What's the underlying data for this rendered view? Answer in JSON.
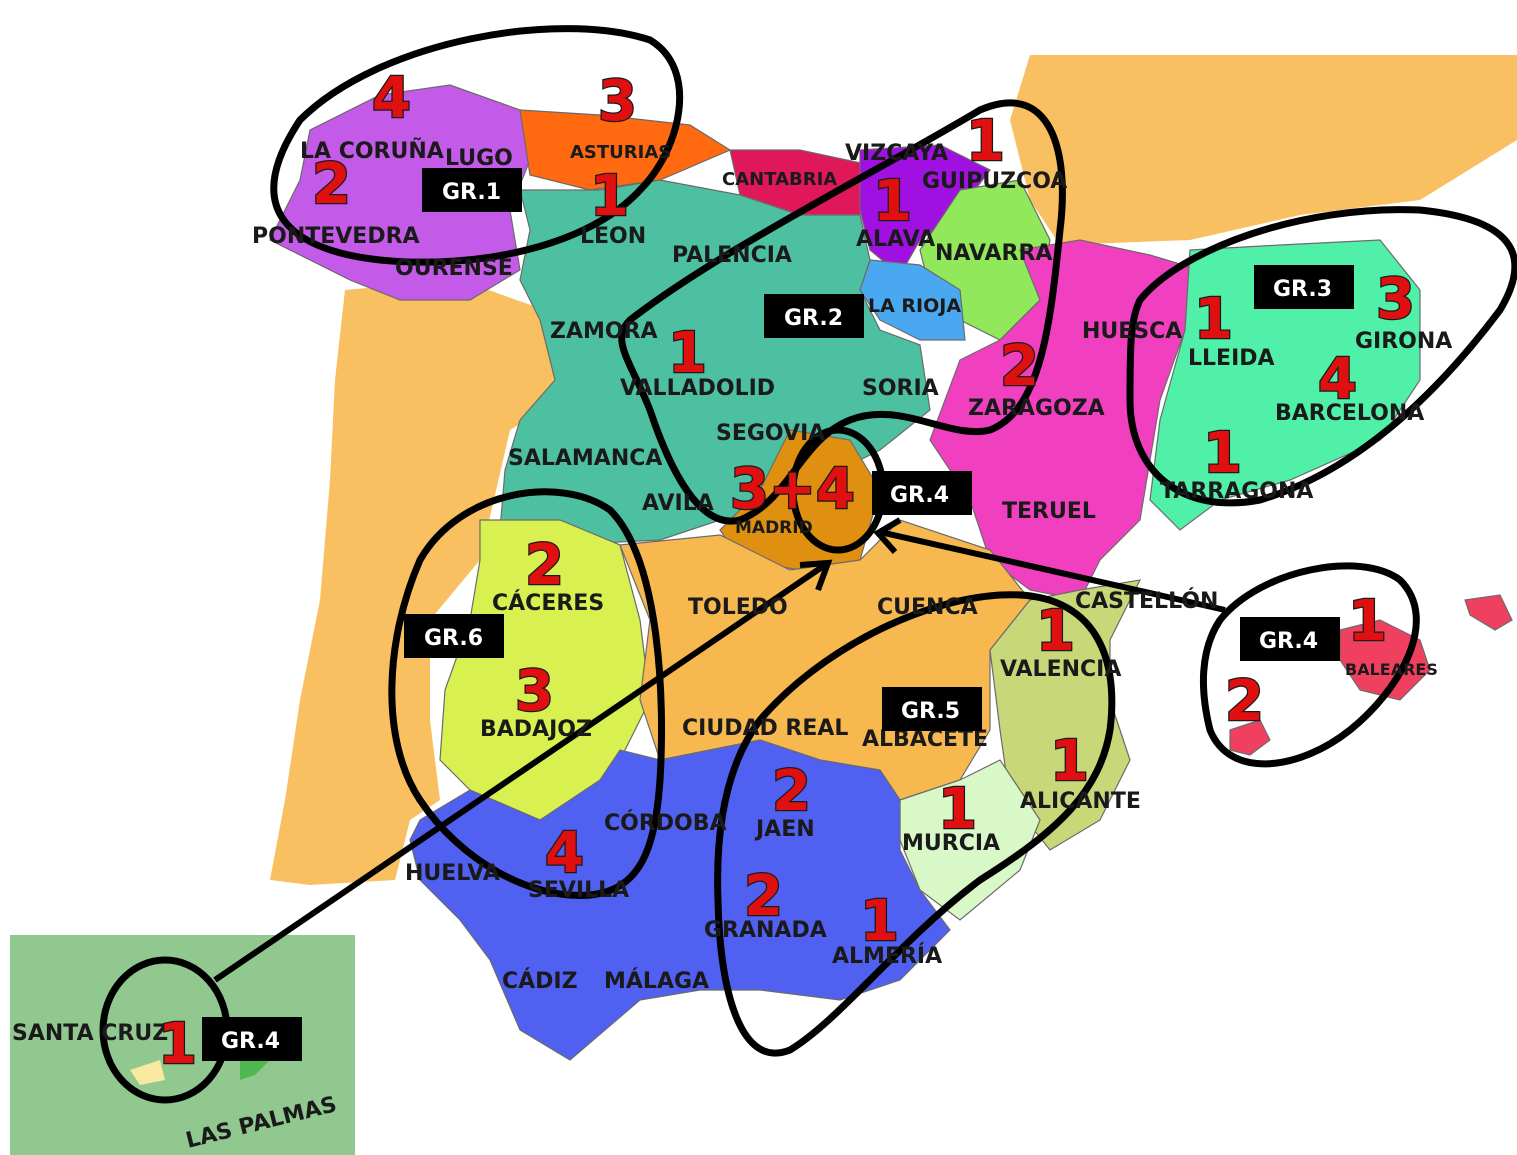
{
  "colors": {
    "group1": "#c45ae8",
    "asturias": "#ff6a10",
    "castilla_leon": "#4cc0a0",
    "cantabria": "#e0185a",
    "pais_vasco": "#a010e0",
    "navarra": "#90e85a",
    "la_rioja": "#4aa8f0",
    "aragon": "#f040c0",
    "cataluna": "#50f0a8",
    "extremadura": "#d8f050",
    "andalucia": "#5060f0",
    "castilla_mancha": "#f8b850",
    "madrid": "#e09010",
    "valencia": "#c8d878",
    "murcia": "#d8f8c8",
    "baleares": "#f04060",
    "canarias": "#90c890",
    "background": "#f8c060",
    "number": "#e01010"
  },
  "provinces": {
    "coruna": "LA CORUÑA",
    "lugo": "LUGO",
    "pontevedra": "PONTEVEDRA",
    "ourense": "OURENSE",
    "asturias": "ASTURIAS",
    "leon": "LEON",
    "cantabria": "CANTABRIA",
    "vizcaya": "VIZCAYA",
    "guipuzcoa": "GUIPUZCOA",
    "alava": "ALAVA",
    "navarra": "NAVARRA",
    "palencia": "PALENCIA",
    "rioja": "LA RIOJA",
    "huesca": "HUESCA",
    "zamora": "ZAMORA",
    "valladolid": "VALLADOLID",
    "soria": "SORIA",
    "zaragoza": "ZARAGOZA",
    "lleida": "LLEIDA",
    "girona": "GIRONA",
    "barcelona": "BARCELONA",
    "tarragona": "TARRAGONA",
    "segovia": "SEGOVIA",
    "salamanca": "SALAMANCA",
    "avila": "AVILA",
    "madrid": "MADRID",
    "teruel": "TERUEL",
    "caceres": "CÁCERES",
    "toledo": "TOLEDO",
    "cuenca": "CUENCA",
    "castellon": "CASTELLÓN",
    "valencia": "VALENCIA",
    "badajoz": "BADAJOZ",
    "ciudad_real": "CIUDAD REAL",
    "albacete": "ALBACETE",
    "alicante": "ALICANTE",
    "baleares": "BALEARES",
    "cordoba": "CÓRDOBA",
    "jaen": "JAEN",
    "murcia": "MURCIA",
    "huelva": "HUELVA",
    "sevilla": "SEVILLA",
    "granada": "GRANADA",
    "almeria": "ALMERÍA",
    "cadiz": "CÁDIZ",
    "malaga": "MÁLAGA",
    "santa_cruz": "SANTA CRUZ",
    "las_palmas": "LAS PALMAS"
  },
  "groups": {
    "g1": "GR.1",
    "g2": "GR.2",
    "g3": "GR.3",
    "g4_center": "GR.4",
    "g4_baleares": "GR.4",
    "g4_canarias": "GR.4",
    "g5": "GR.5",
    "g6": "GR.6"
  },
  "numbers": {
    "coruna_top": "4",
    "asturias_top": "3",
    "coruna_left": "2",
    "leon": "1",
    "vizcaya": "1",
    "alava": "1",
    "castilla_leon": "1",
    "zaragoza": "2",
    "lleida": "1",
    "girona": "3",
    "barcelona": "4",
    "tarragona": "1",
    "madrid": "3+4",
    "caceres": "2",
    "badajoz": "3",
    "sevilla": "4",
    "valencia": "1",
    "alicante": "1",
    "murcia": "1",
    "jaen": "2",
    "granada": "2",
    "almeria": "1",
    "baleares_top": "1",
    "baleares_bottom": "2",
    "canarias": "1"
  }
}
